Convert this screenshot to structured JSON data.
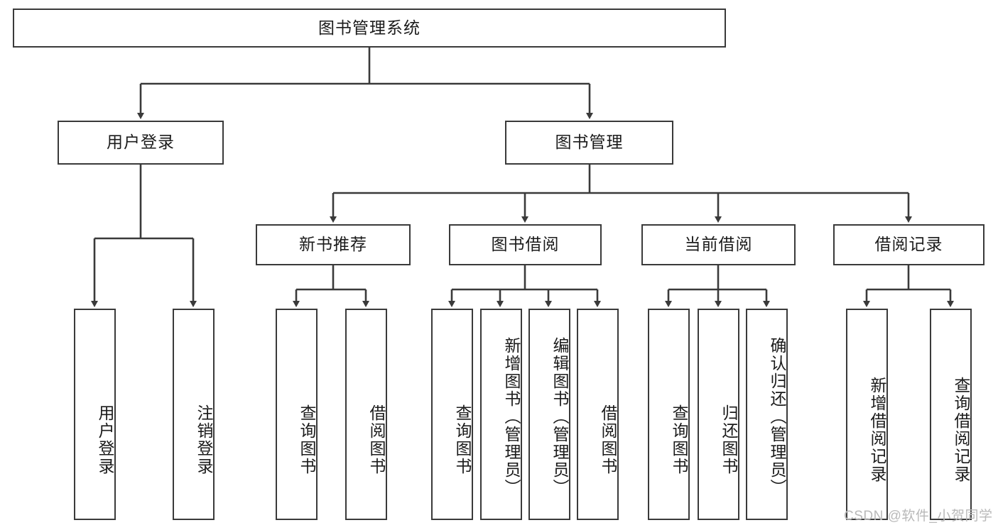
{
  "diagram": {
    "title": "图书管理系统",
    "type": "hierarchy-tree",
    "watermark": "CSDN @软件_小贺同学",
    "colors": {
      "stroke": "#3a3a3a",
      "text": "#1b1b1b",
      "background": "#ffffff",
      "watermark": "#b9b9b9"
    },
    "nodes": {
      "root": {
        "label": "图书管理系统"
      },
      "level2": [
        {
          "id": "user-login",
          "label": "用户登录"
        },
        {
          "id": "book-management",
          "label": "图书管理"
        }
      ],
      "level3": [
        {
          "id": "new-book-recommend",
          "label": "新书推荐"
        },
        {
          "id": "book-borrow",
          "label": "图书借阅"
        },
        {
          "id": "current-borrow",
          "label": "当前借阅"
        },
        {
          "id": "borrow-record",
          "label": "借阅记录"
        }
      ],
      "leaves": {
        "user-login": [
          {
            "id": "leaf-user-login",
            "label": "用户登录"
          },
          {
            "id": "leaf-logout-login",
            "label": "注销登录"
          }
        ],
        "new-book-recommend": [
          {
            "id": "leaf-query-book-1",
            "label": "查询图书"
          },
          {
            "id": "leaf-borrow-book-1",
            "label": "借阅图书"
          }
        ],
        "book-borrow": [
          {
            "id": "leaf-query-book-2",
            "label": "查询图书"
          },
          {
            "id": "leaf-add-book",
            "label": "新增图书（管理员）"
          },
          {
            "id": "leaf-edit-book",
            "label": "编辑图书（管理员）"
          },
          {
            "id": "leaf-borrow-book-2",
            "label": "借阅图书"
          }
        ],
        "current-borrow": [
          {
            "id": "leaf-query-book-3",
            "label": "查询图书"
          },
          {
            "id": "leaf-return-book",
            "label": "归还图书"
          },
          {
            "id": "leaf-confirm-return",
            "label": "确认归还（管理员）"
          }
        ],
        "borrow-record": [
          {
            "id": "leaf-add-record",
            "label": "新增借阅记录"
          },
          {
            "id": "leaf-query-record",
            "label": "查询借阅记录"
          }
        ]
      }
    }
  }
}
